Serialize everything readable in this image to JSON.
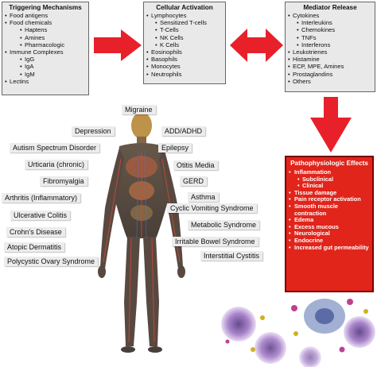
{
  "triggering": {
    "title": "Triggering Mechanisms",
    "items": [
      {
        "text": "Food antigens",
        "level": 0
      },
      {
        "text": "Food chemicals",
        "level": 0
      },
      {
        "text": "Haptens",
        "level": 1
      },
      {
        "text": "Amines",
        "level": 1
      },
      {
        "text": "Pharmacologic",
        "level": 1
      },
      {
        "text": "Immune Complexes",
        "level": 0
      },
      {
        "text": "IgG",
        "level": 1
      },
      {
        "text": "IgA",
        "level": 1
      },
      {
        "text": "IgM",
        "level": 1
      },
      {
        "text": "Lectins",
        "level": 0
      }
    ]
  },
  "cellular": {
    "title": "Cellular Activation",
    "items": [
      {
        "text": "Lymphocytes",
        "level": 0
      },
      {
        "text": "Sensitized T-cells",
        "level": 1
      },
      {
        "text": "T-Cells",
        "level": 1
      },
      {
        "text": "NK Cells",
        "level": 1
      },
      {
        "text": "K Cells",
        "level": 1
      },
      {
        "text": "Eosinophils",
        "level": 0
      },
      {
        "text": "Basophils",
        "level": 0
      },
      {
        "text": "Monocytes",
        "level": 0
      },
      {
        "text": "Neutrophils",
        "level": 0
      }
    ]
  },
  "mediator": {
    "title": "Mediator Release",
    "items": [
      {
        "text": "Cytokines",
        "level": 0
      },
      {
        "text": "Interleukins",
        "level": 1
      },
      {
        "text": "Chemokines",
        "level": 1
      },
      {
        "text": "TNFs",
        "level": 1
      },
      {
        "text": "Interferons",
        "level": 1
      },
      {
        "text": "Leukotrienes",
        "level": 0
      },
      {
        "text": "Histamine",
        "level": 0
      },
      {
        "text": "ECP, MPE, Amines",
        "level": 0
      },
      {
        "text": "Prostaglandins",
        "level": 0
      },
      {
        "text": "Others",
        "level": 0
      }
    ]
  },
  "patho": {
    "title": "Pathophysiologic Effects",
    "items": [
      {
        "text": "Inflammation",
        "level": 0
      },
      {
        "text": "Subclinical",
        "level": 1
      },
      {
        "text": "Clinical",
        "level": 1
      },
      {
        "text": "Tissue damage",
        "level": 0
      },
      {
        "text": "Pain receptor activation",
        "level": 0
      },
      {
        "text": "Smooth muscle contraction",
        "level": 0
      },
      {
        "text": "Edema",
        "level": 0
      },
      {
        "text": "Excess mucous",
        "level": 0
      },
      {
        "text": "Neurological",
        "level": 0
      },
      {
        "text": "Endocrine",
        "level": 0
      },
      {
        "text": "Increased gut permeability",
        "level": 0
      }
    ]
  },
  "conditions": {
    "migraine": "Migraine",
    "depression": "Depression",
    "add_adhd": "ADD/ADHD",
    "autism": "Autism Spectrum Disorder",
    "epilepsy": "Epilepsy",
    "urticaria": "Urticaria (chronic)",
    "otitis": "Otitis Media",
    "fibromyalgia": "Fibromyalgia",
    "gerd": "GERD",
    "arthritis": "Arthritis (Inflammatory)",
    "asthma": "Asthma",
    "ulcerative_colitis": "Ulcerative Colitis",
    "cyclic_vomiting": "Cyclic Vomiting Syndrome",
    "crohns": "Crohn's Disease",
    "metabolic": "Metabolic Syndrome",
    "atopic_dermatitis": "Atopic Dermatitis",
    "ibs": "Irritable Bowel Syndrome",
    "pcos": "Polycystic Ovary Syndrome",
    "interstitial_cystitis": "Interstitial Cystitis"
  },
  "colors": {
    "arrow": "#e8202a",
    "box_bg": "#e9e9e9",
    "patho_bg": "#e1251b",
    "cells": "#9a6fc0"
  }
}
